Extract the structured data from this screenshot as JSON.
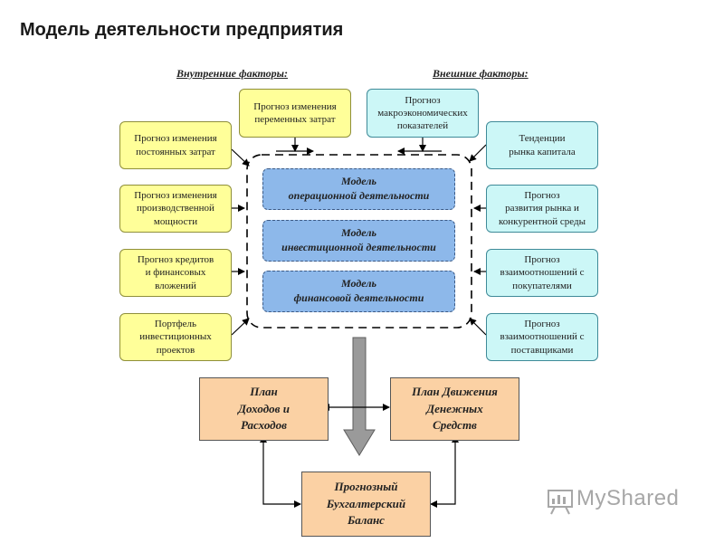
{
  "title": "Модель деятельности предприятия",
  "groups": {
    "internal": "Внутренние факторы:",
    "external": "Внешние факторы:"
  },
  "internal_factors": {
    "top": "Прогноз изменения\nпеременных затрат",
    "left": [
      "Прогноз изменения\nпостоянных затрат",
      "Прогноз изменения\nпроизводственной\nмощности",
      "Прогноз кредитов\nи финансовых\nвложений",
      "Портфель\nинвестиционных\nпроектов"
    ]
  },
  "external_factors": {
    "top": "Прогноз\nмакроэкономических\nпоказателей",
    "right": [
      "Тенденции\nрынка капитала",
      "Прогноз\nразвития рынка и\nконкурентной среды",
      "Прогноз\nвзаимоотношений с\nпокупателями",
      "Прогноз\nвзаимоотношений с\nпоставщиками"
    ]
  },
  "models": [
    "Модель\nоперационной деятельности",
    "Модель\nинвестиционной деятельности",
    "Модель\nфинансовой деятельности"
  ],
  "plans": {
    "income": "План\nДоходов и\nРасходов",
    "cash": "План Движения\nДенежных\nСредств",
    "balance": "Прогнозный\nБухгалтерский\nБаланс"
  },
  "watermark": "MyShared",
  "colors": {
    "internal_fill": "#ffff99",
    "external_fill": "#ccf7f7",
    "model_fill": "#8db8ea",
    "plan_fill": "#fbd1a4",
    "big_arrow": "#9a9a9a"
  }
}
